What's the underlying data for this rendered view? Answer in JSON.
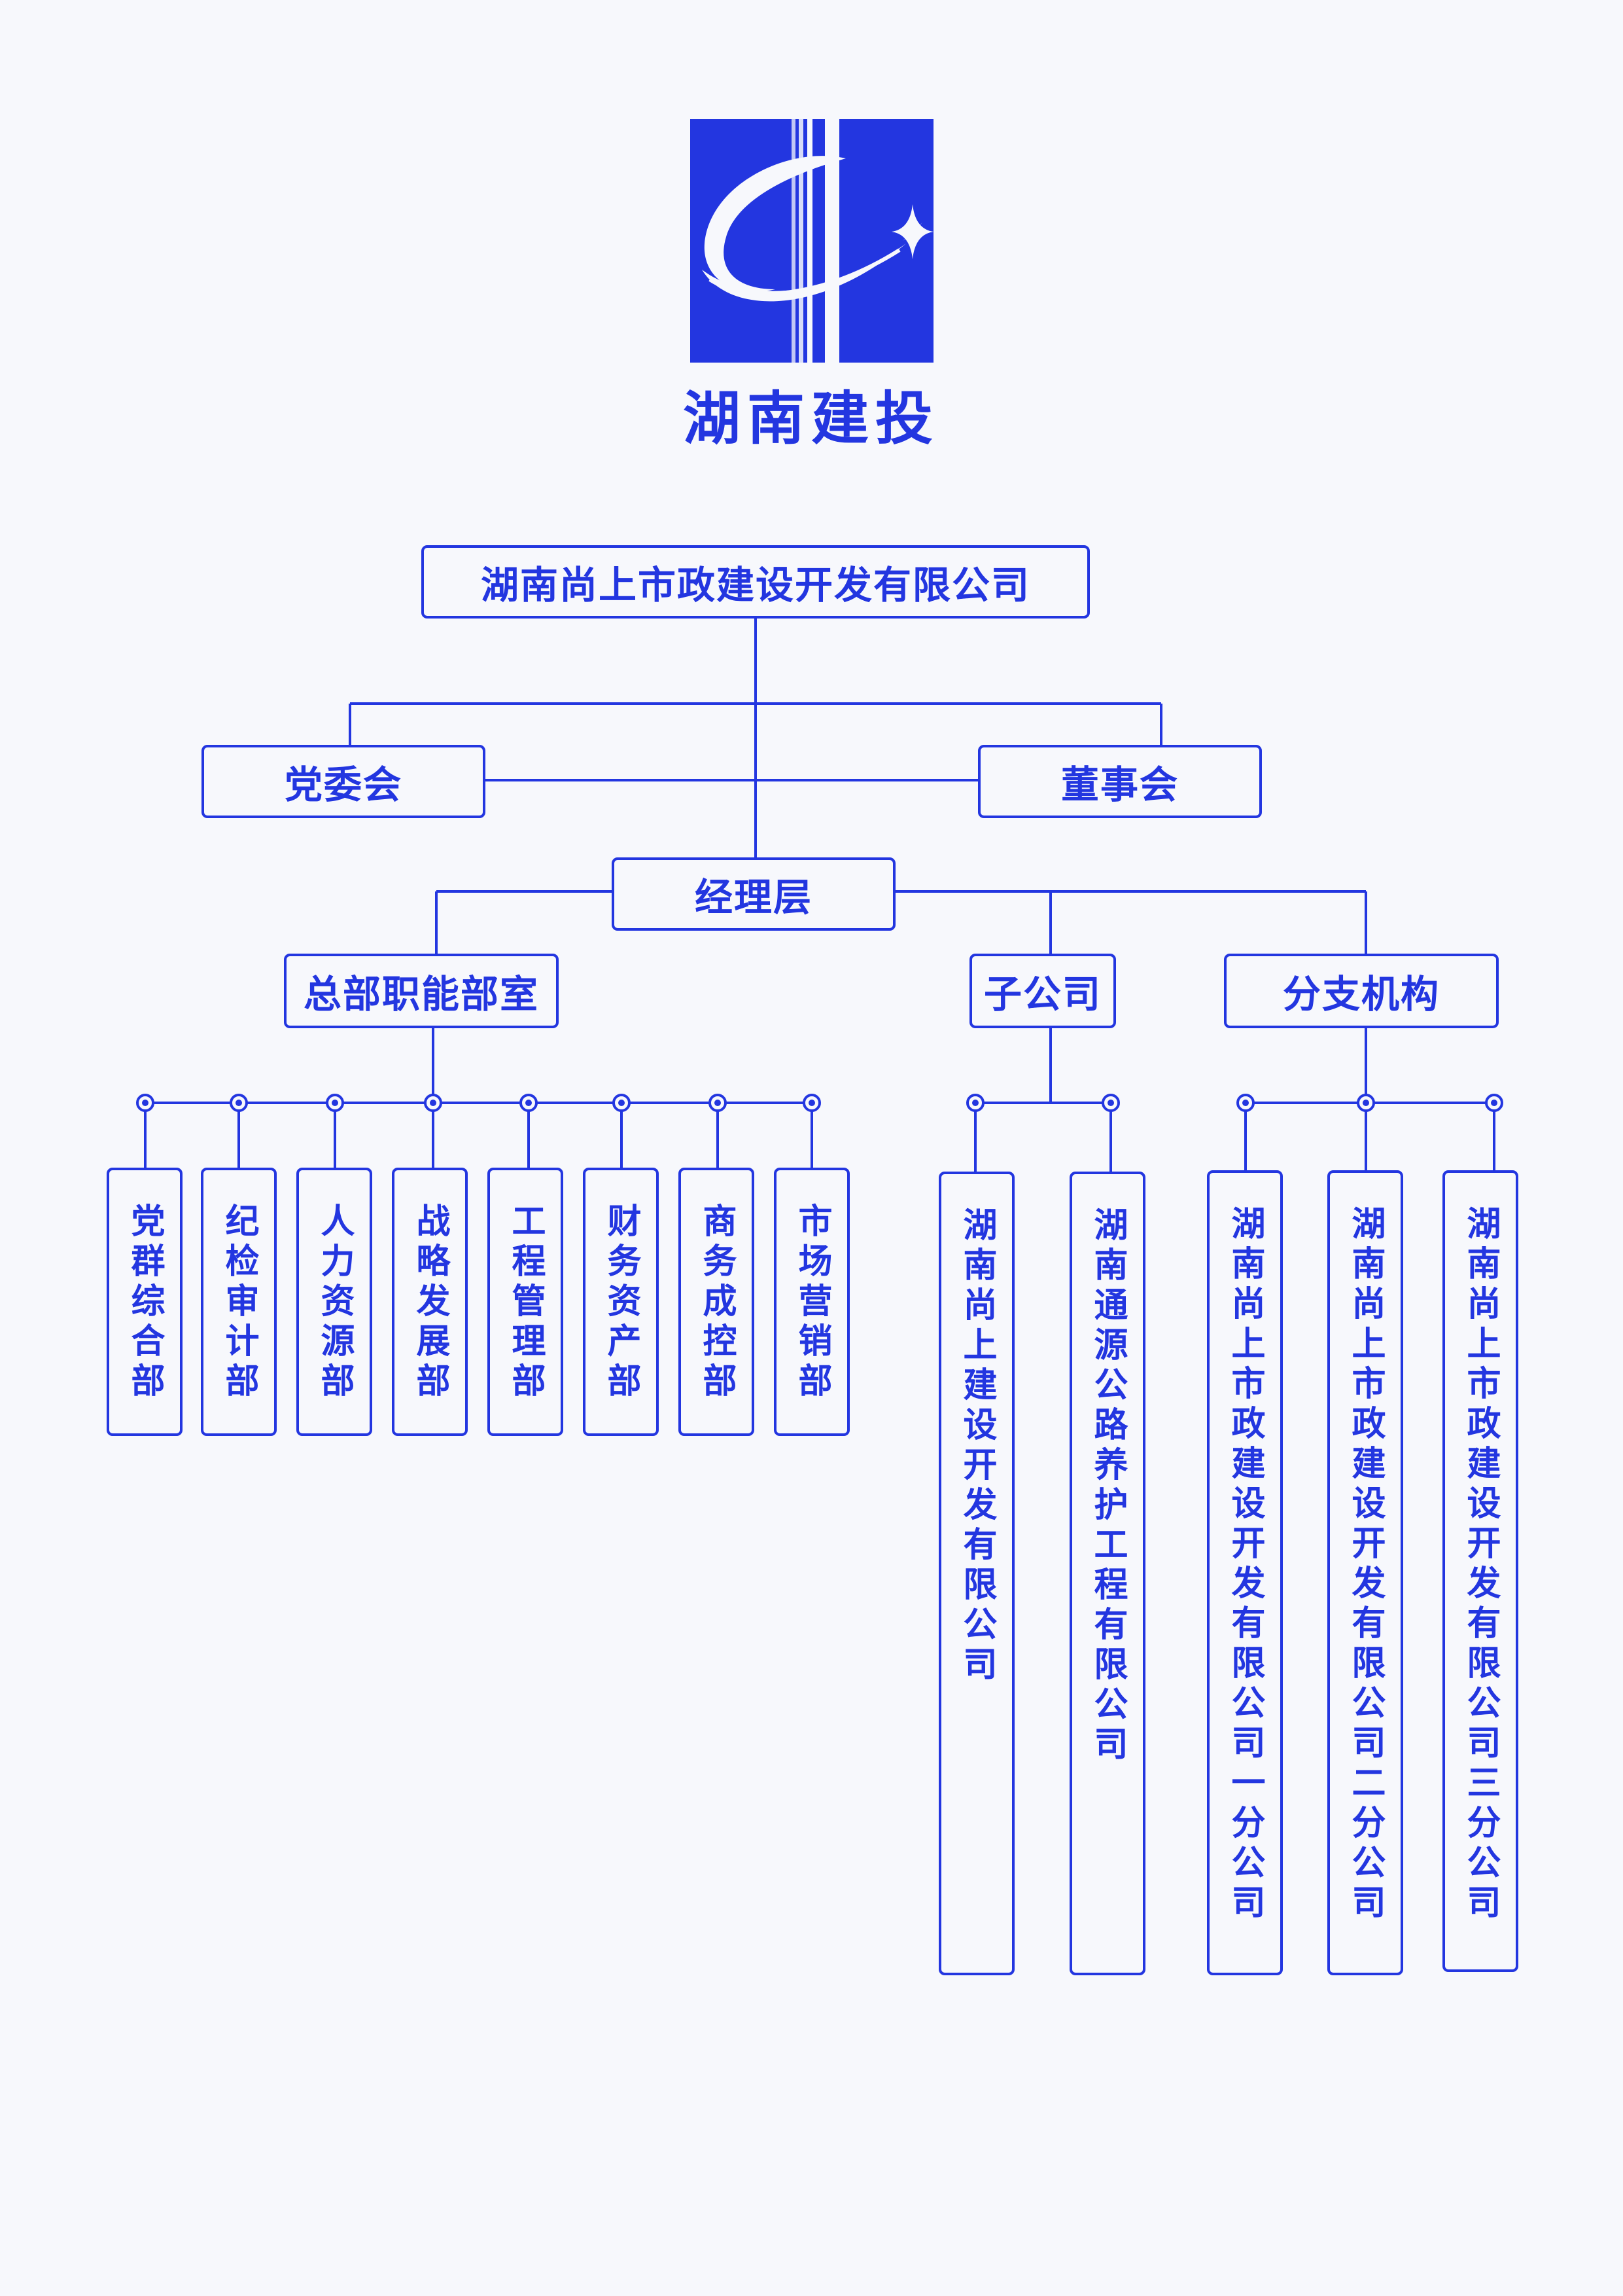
{
  "brand": {
    "name": "湖南建投"
  },
  "org": {
    "root": "湖南尚上市政建设开发有限公司",
    "party_committee": "党委会",
    "board": "董事会",
    "management": "经理层",
    "hq_group": "总部职能部室",
    "subsidiary_group": "子公司",
    "branch_group": "分支机构",
    "departments": [
      "党群综合部",
      "纪检审计部",
      "人力资源部",
      "战略发展部",
      "工程管理部",
      "财务资产部",
      "商务成控部",
      "市场营销部"
    ],
    "subsidiaries": [
      "湖南尚上建设开发有限公司",
      "湖南通源公路养护工程有限公司"
    ],
    "branches": [
      "湖南尚上市政建设开发有限公司一分公司",
      "湖南尚上市政建设开发有限公司二分公司",
      "湖南尚上市政建设开发有限公司三分公司"
    ]
  },
  "colors": {
    "accent": "#2336e0",
    "background": "#f7f8fc"
  }
}
